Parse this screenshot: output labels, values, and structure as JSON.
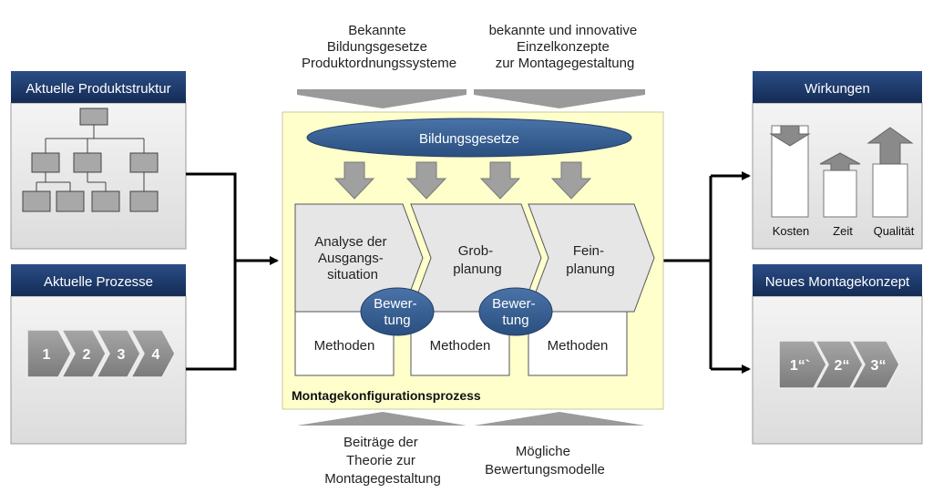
{
  "left": {
    "produktstruktur": {
      "title": "Aktuelle Produktstruktur"
    },
    "prozesse": {
      "title": "Aktuelle Prozesse",
      "steps": [
        "1",
        "2",
        "3",
        "4"
      ]
    }
  },
  "top": {
    "left_lines": [
      "Bekannte",
      "Bildungsgesetze",
      "Produktordnungssysteme"
    ],
    "right_lines": [
      "bekannte und innovative",
      "Einzelkonzepte",
      "zur Montagegestaltung"
    ]
  },
  "center": {
    "ellipse_label": "Bildungsgesetze",
    "stages": [
      {
        "lines": [
          "Analyse der",
          "Ausgangs-",
          "situation"
        ],
        "method": "Methoden"
      },
      {
        "lines": [
          "Grob-",
          "planung"
        ],
        "method": "Methoden"
      },
      {
        "lines": [
          "Fein-",
          "planung"
        ],
        "method": "Methoden"
      }
    ],
    "evaluation_lines": [
      "Bewer-",
      "tung"
    ],
    "footer_label": "Montagekonfigurationsprozess"
  },
  "bottom": {
    "left_lines": [
      "Beiträge der",
      "Theorie zur",
      "Montagegestaltung"
    ],
    "right_lines": [
      "Mögliche",
      "Bewertungsmodelle"
    ]
  },
  "right": {
    "wirkungen": {
      "title": "Wirkungen",
      "labels": [
        "Kosten",
        "Zeit",
        "Qualität"
      ]
    },
    "neues": {
      "title": "Neues Montagekonzept",
      "steps": [
        "1“`",
        "2“",
        "3“"
      ]
    }
  },
  "colors": {
    "header_blue": "#1e3c6e",
    "panel_gray": "#e7e7e7",
    "process_yellow": "#ffffcc",
    "ellipse_blue": "#365f91",
    "arrow_gray": "#9a9a9a",
    "chevron_gray": "#8c8c8c"
  }
}
